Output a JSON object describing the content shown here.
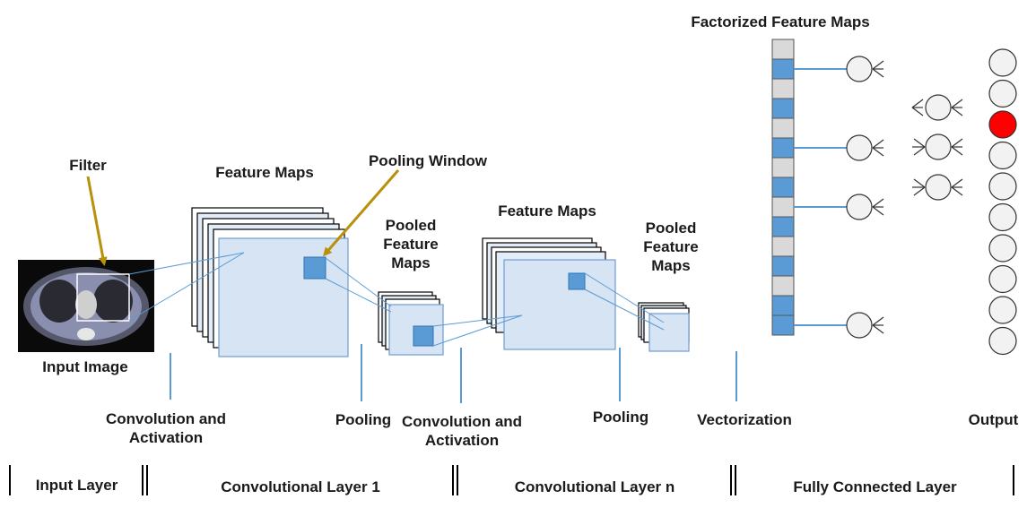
{
  "labels": {
    "filter": "Filter",
    "feature_maps_1": "Feature Maps",
    "pooling_window": "Pooling Window",
    "pooled_feature_maps_1": "Pooled Feature Maps",
    "feature_maps_2": "Feature Maps",
    "pooled_feature_maps_2": "Pooled Feature Maps",
    "factorized_feature_maps": "Factorized Feature Maps",
    "input_image": "Input Image",
    "convolution_activation_1": "Convolution and Activation",
    "pooling_1": "Pooling",
    "convolution_activation_2": "Convolution and Activation",
    "pooling_2": "Pooling",
    "vectorization": "Vectorization",
    "output": "Output"
  },
  "layers": [
    {
      "label": "Input Layer"
    },
    {
      "label": "Convolutional  Layer 1"
    },
    {
      "label": "Convolutional  Layer n"
    },
    {
      "label": "Fully Connected Layer"
    }
  ],
  "vector": {
    "cells": 15,
    "filled_indices": [
      1,
      3,
      5,
      7,
      9,
      11,
      13,
      14
    ]
  },
  "output": {
    "nodes": 10,
    "highlighted_index": 2
  },
  "colors": {
    "map_fill": "#d6e4f3",
    "map_stroke": "#6f9bd1",
    "filled_cell": "#5b9bd5",
    "empty_cell": "#d9d9d9",
    "node_fill": "#f2f2f2",
    "highlight": "#ff0000",
    "arrow": "#b8900a",
    "connector": "#5b9bd5"
  }
}
